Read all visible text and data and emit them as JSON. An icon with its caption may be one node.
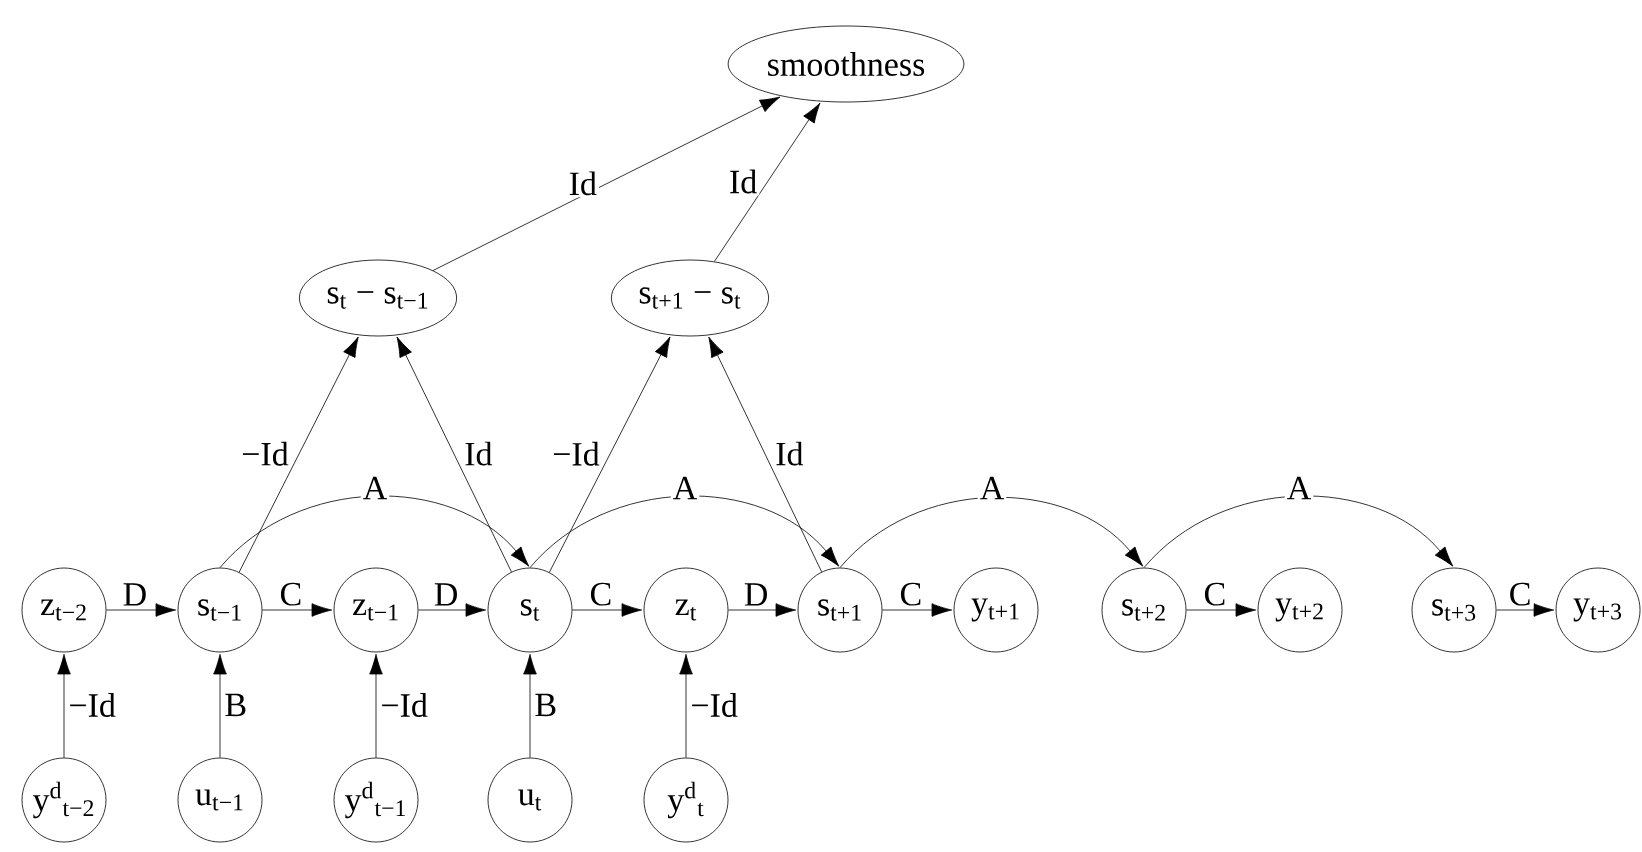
{
  "diagram": {
    "nodes": [
      {
        "text": [
          "smoothness"
        ]
      },
      {
        "text": [
          "s$_{t}$ − s$_{t−1}$"
        ]
      },
      {
        "text": [
          "s$_{t+1}$ − s$_{t}$"
        ]
      },
      {
        "text": [
          "z$_{t−2}$"
        ]
      },
      {
        "text": [
          "s$_{t−1}$"
        ]
      },
      {
        "text": [
          "z$_{t−1}$"
        ]
      },
      {
        "text": [
          "s$_{t}$"
        ]
      },
      {
        "text": [
          "z$_{t}$"
        ]
      },
      {
        "text": [
          "s$_{t+1}$"
        ]
      },
      {
        "text": [
          "y$_{t+1}$"
        ]
      },
      {
        "text": [
          "s$_{t+2}$"
        ]
      },
      {
        "text": [
          "y$_{t+2}$"
        ]
      },
      {
        "text": [
          "s$_{t+3}$"
        ]
      },
      {
        "text": [
          "y$_{t+3}$"
        ]
      },
      {
        "text": [
          "y$^{d}$$_{t−2}$"
        ]
      },
      {
        "text": [
          "u$_{t−1}$"
        ]
      },
      {
        "text": [
          "y$^{d}$$_{t−1}$"
        ]
      },
      {
        "text": [
          "u$_{t}$"
        ]
      },
      {
        "text": [
          "y$^{d}$$_{t}$"
        ]
      }
    ],
    "edges": [
      {
        "from": 1,
        "to": 0,
        "arrow": "to",
        "label": "Id"
      },
      {
        "from": 2,
        "to": 0,
        "arrow": "to",
        "label": "Id"
      },
      {
        "from": 4,
        "to": 1,
        "arrow": "to",
        "label": "−Id"
      },
      {
        "from": 6,
        "to": 1,
        "arrow": "to",
        "label": "Id"
      },
      {
        "from": 6,
        "to": 2,
        "arrow": "to",
        "label": "−Id"
      },
      {
        "from": 8,
        "to": 2,
        "arrow": "to",
        "label": "Id"
      },
      {
        "from": 4,
        "to": 6,
        "arrow": "to",
        "label": "A"
      },
      {
        "from": 6,
        "to": 8,
        "arrow": "to",
        "label": "A"
      },
      {
        "from": 8,
        "to": 10,
        "arrow": "to",
        "label": "A"
      },
      {
        "from": 10,
        "to": 12,
        "arrow": "to",
        "label": "A"
      },
      {
        "from": 3,
        "to": 4,
        "arrow": "to",
        "label": "D"
      },
      {
        "from": 4,
        "to": 5,
        "arrow": "to",
        "label": "C"
      },
      {
        "from": 5,
        "to": 6,
        "arrow": "to",
        "label": "D"
      },
      {
        "from": 6,
        "to": 7,
        "arrow": "to",
        "label": "C"
      },
      {
        "from": 7,
        "to": 8,
        "arrow": "to",
        "label": "D"
      },
      {
        "from": 8,
        "to": 9,
        "arrow": "to",
        "label": "C"
      },
      {
        "from": 10,
        "to": 11,
        "arrow": "to",
        "label": "C"
      },
      {
        "from": 12,
        "to": 13,
        "arrow": "to",
        "label": "C"
      },
      {
        "from": 14,
        "to": 3,
        "arrow": "to",
        "label": "−Id"
      },
      {
        "from": 15,
        "to": 4,
        "arrow": "to",
        "label": "B"
      },
      {
        "from": 16,
        "to": 5,
        "arrow": "to",
        "label": "−Id"
      },
      {
        "from": 17,
        "to": 6,
        "arrow": "to",
        "label": "B"
      },
      {
        "from": 18,
        "to": 7,
        "arrow": "to",
        "label": "−Id"
      }
    ]
  }
}
